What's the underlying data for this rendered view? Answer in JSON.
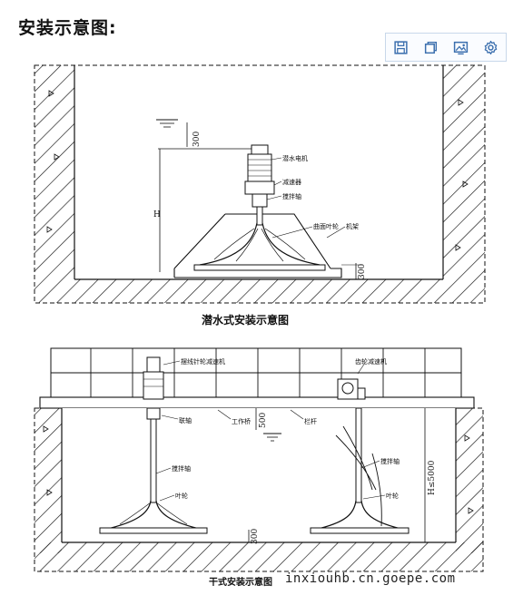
{
  "page": {
    "heading": "安装示意图:"
  },
  "toolbar": {
    "buttons": [
      {
        "name": "save-icon",
        "title": "保存"
      },
      {
        "name": "copy-icon",
        "title": "复制"
      },
      {
        "name": "image-icon",
        "title": "图片"
      },
      {
        "name": "settings-icon",
        "title": "设置"
      }
    ],
    "icon_color": "#3b6fae"
  },
  "drawing_top": {
    "caption": "潜水式安装示意图",
    "dim_top": "300",
    "dim_height": "H",
    "dim_bottom": "300",
    "labels": {
      "motor": "潜水电机",
      "reducer": "减速器",
      "shaft": "搅拌轴",
      "impeller": "曲面叶轮",
      "bracket": "机架"
    }
  },
  "drawing_bottom": {
    "caption": "干式安装示意图",
    "dim_mid": "500",
    "dim_height": "H≤5000",
    "dim_bottom": "300",
    "labels": {
      "left_drive": "摆线针轮减速机",
      "right_drive": "齿轮减速机",
      "coupling": "联轴",
      "beam": "工作桥",
      "rail": "栏杆",
      "shaft_left": "搅拌轴",
      "shaft_right": "搅拌轴",
      "impeller_left": "叶轮",
      "impeller_right": "叶轮"
    }
  },
  "watermark": "inxiouhb.cn.goepe.com"
}
